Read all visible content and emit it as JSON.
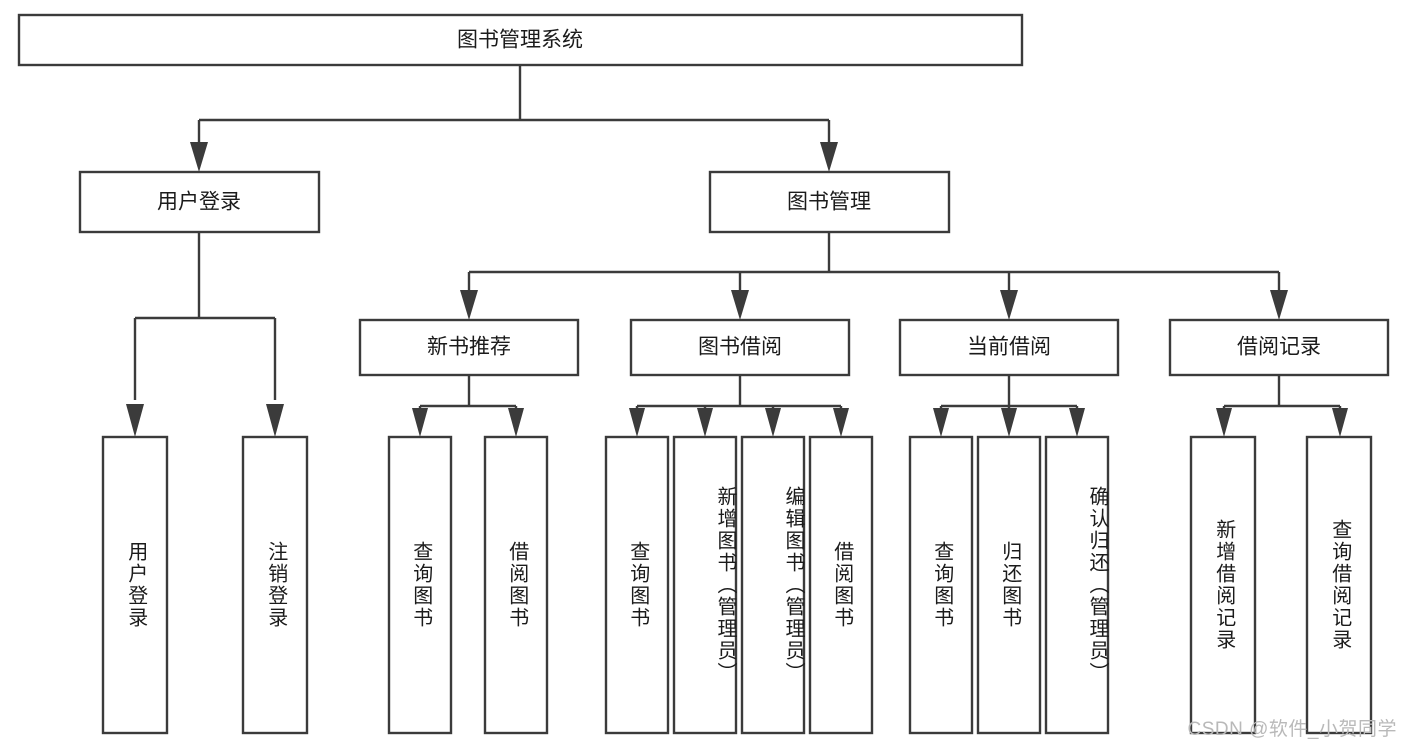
{
  "diagram": {
    "type": "tree-hierarchy",
    "background_color": "#ffffff",
    "line_color": "#3b3b3b",
    "text_color": "#1b1b1b",
    "watermark": "CSDN @软件_小贺同学",
    "root": {
      "label": "图书管理系统"
    },
    "level2": [
      {
        "label": "用户登录"
      },
      {
        "label": "图书管理"
      }
    ],
    "level3": [
      {
        "label": "新书推荐"
      },
      {
        "label": "图书借阅"
      },
      {
        "label": "当前借阅"
      },
      {
        "label": "借阅记录"
      }
    ],
    "leaves": [
      {
        "label": "用户登录",
        "parent": "用户登录"
      },
      {
        "label": "注销登录",
        "parent": "用户登录"
      },
      {
        "label": "查询图书",
        "parent": "新书推荐"
      },
      {
        "label": "借阅图书",
        "parent": "新书推荐"
      },
      {
        "label": "查询图书",
        "parent": "图书借阅"
      },
      {
        "label": "新增图书（管理员）",
        "parent": "图书借阅"
      },
      {
        "label": "编辑图书（管理员）",
        "parent": "图书借阅"
      },
      {
        "label": "借阅图书",
        "parent": "图书借阅"
      },
      {
        "label": "查询图书",
        "parent": "当前借阅"
      },
      {
        "label": "归还图书",
        "parent": "当前借阅"
      },
      {
        "label": "确认归还（管理员）",
        "parent": "当前借阅"
      },
      {
        "label": "新增借阅记录",
        "parent": "借阅记录"
      },
      {
        "label": "查询借阅记录",
        "parent": "借阅记录"
      }
    ]
  }
}
